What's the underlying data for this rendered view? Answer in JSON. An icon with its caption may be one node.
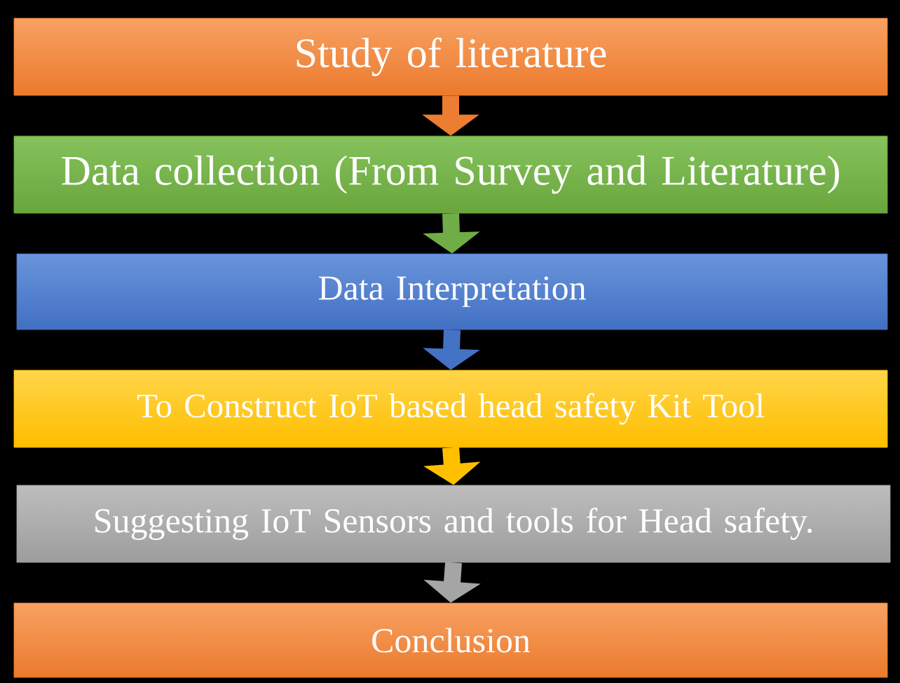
{
  "diagram": {
    "nodes": [
      {
        "text": [
          "Study of literature"
        ]
      },
      {
        "text": [
          "Data collection (From Survey and Literature)"
        ]
      },
      {
        "text": [
          "Data Interpretation"
        ]
      },
      {
        "text": [
          "To Construct IoT based head safety Kit Tool"
        ]
      },
      {
        "text": [
          "Suggesting IoT Sensors and tools for Head safety."
        ]
      },
      {
        "text": [
          "Conclusion"
        ]
      }
    ],
    "edges": [
      {
        "from": 0,
        "to": 1,
        "arrow": "to",
        "color": "#ed7d31"
      },
      {
        "from": 1,
        "to": 2,
        "arrow": "to",
        "color": "#70ad47"
      },
      {
        "from": 2,
        "to": 3,
        "arrow": "to",
        "color": "#4472c4"
      },
      {
        "from": 3,
        "to": 4,
        "arrow": "to",
        "color": "#ffc000"
      },
      {
        "from": 4,
        "to": 5,
        "arrow": "to",
        "color": "#a5a5a5"
      }
    ]
  }
}
